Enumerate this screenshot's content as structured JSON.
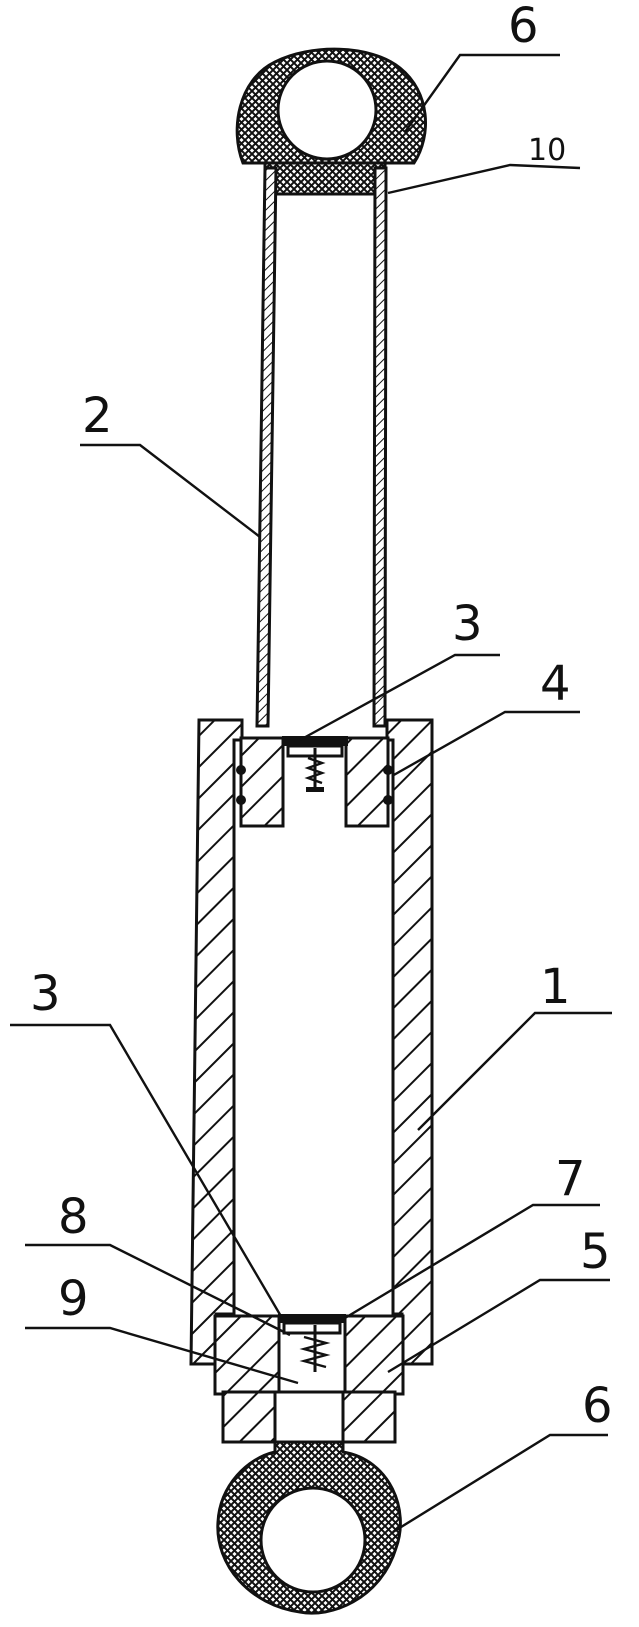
{
  "labels": {
    "top_eye": "6",
    "top_ring": "10",
    "piston_rod": "2",
    "upper_valve": "3",
    "seal": "4",
    "lower_valve": "3",
    "cylinder": "1",
    "spring_plate": "7",
    "lower_seat": "8",
    "spring": "9",
    "end_cap": "5",
    "bottom_eye": "6"
  },
  "colors": {
    "ink": "#111111",
    "background": "#ffffff"
  }
}
